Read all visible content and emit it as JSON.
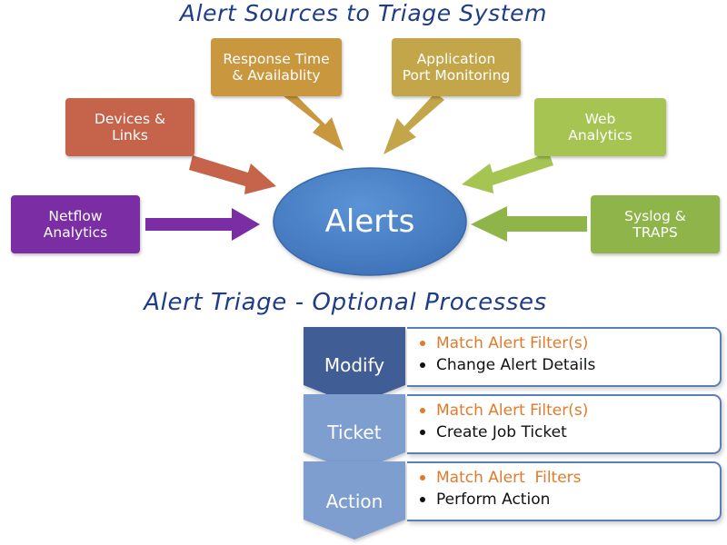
{
  "title_top": "Alert Sources to Triage System",
  "title_mid": "Alert Triage - Optional Processes",
  "center_label": "Alerts",
  "sources": {
    "netflow": "Netflow Analytics",
    "devices": "Devices & Links",
    "response": "Response Time & Availablity",
    "app_port": "Application Port Monitoring",
    "web": "Web Analytics",
    "syslog": "Syslog & TRAPS"
  },
  "colors": {
    "netflow": "#7b2ea3",
    "devices": "#c5644b",
    "response": "#c8973e",
    "app_port": "#c3a64a",
    "web": "#a5c452",
    "syslog": "#8fb54a",
    "alerts": "#4a80c4",
    "title": "#1f3c88",
    "step_modify": "#3f5d95",
    "step_ticket": "#7d9ecf",
    "step_action": "#7d9ecf",
    "match_text": "#e07b2c"
  },
  "steps": [
    {
      "label": "Modify",
      "items": [
        "Match Alert Filter(s)",
        "Change Alert Details"
      ]
    },
    {
      "label": "Ticket",
      "items": [
        "Match Alert Filter(s)",
        "Create Job Ticket"
      ]
    },
    {
      "label": "Action",
      "items": [
        "Match Alert  Filters",
        "Perform Action"
      ]
    }
  ]
}
